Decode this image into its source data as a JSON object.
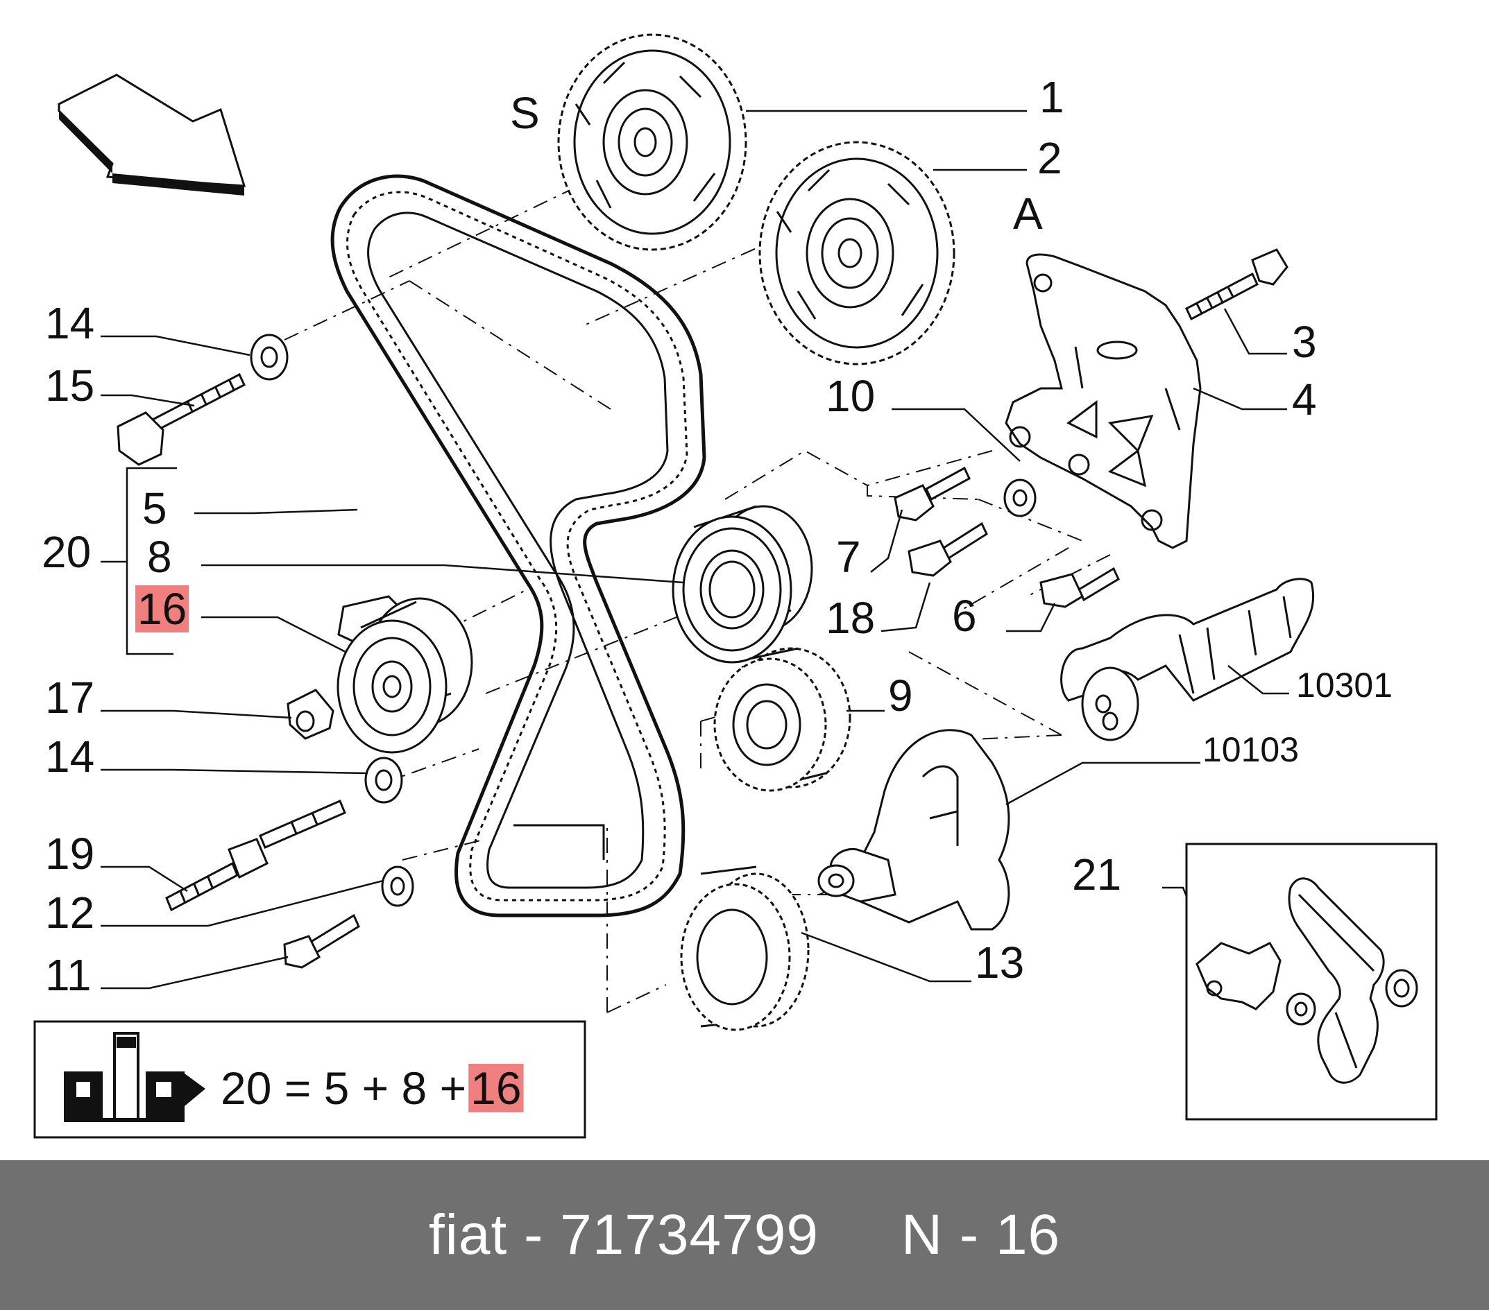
{
  "diagram": {
    "labels": {
      "s": "S",
      "a": "A",
      "p1": "1",
      "p2": "2",
      "p3": "3",
      "p4": "4",
      "p5": "5",
      "p6": "6",
      "p7": "7",
      "p8": "8",
      "p9": "9",
      "p10": "10",
      "p11": "11",
      "p12": "12",
      "p13": "13",
      "p14a": "14",
      "p14b": "14",
      "p15": "15",
      "p16": "16",
      "p17": "17",
      "p18": "18",
      "p19": "19",
      "p20": "20",
      "p21": "21",
      "p10301": "10301",
      "p10103": "10103"
    },
    "legend": {
      "formula_left": "20 = 5 + 8 + ",
      "formula_highlight": "16"
    },
    "colors": {
      "highlight": "#f08080",
      "footer_bg": "#707070",
      "ink": "#111111"
    }
  },
  "footer": {
    "text": "fiat - 71734799     N - 16"
  }
}
